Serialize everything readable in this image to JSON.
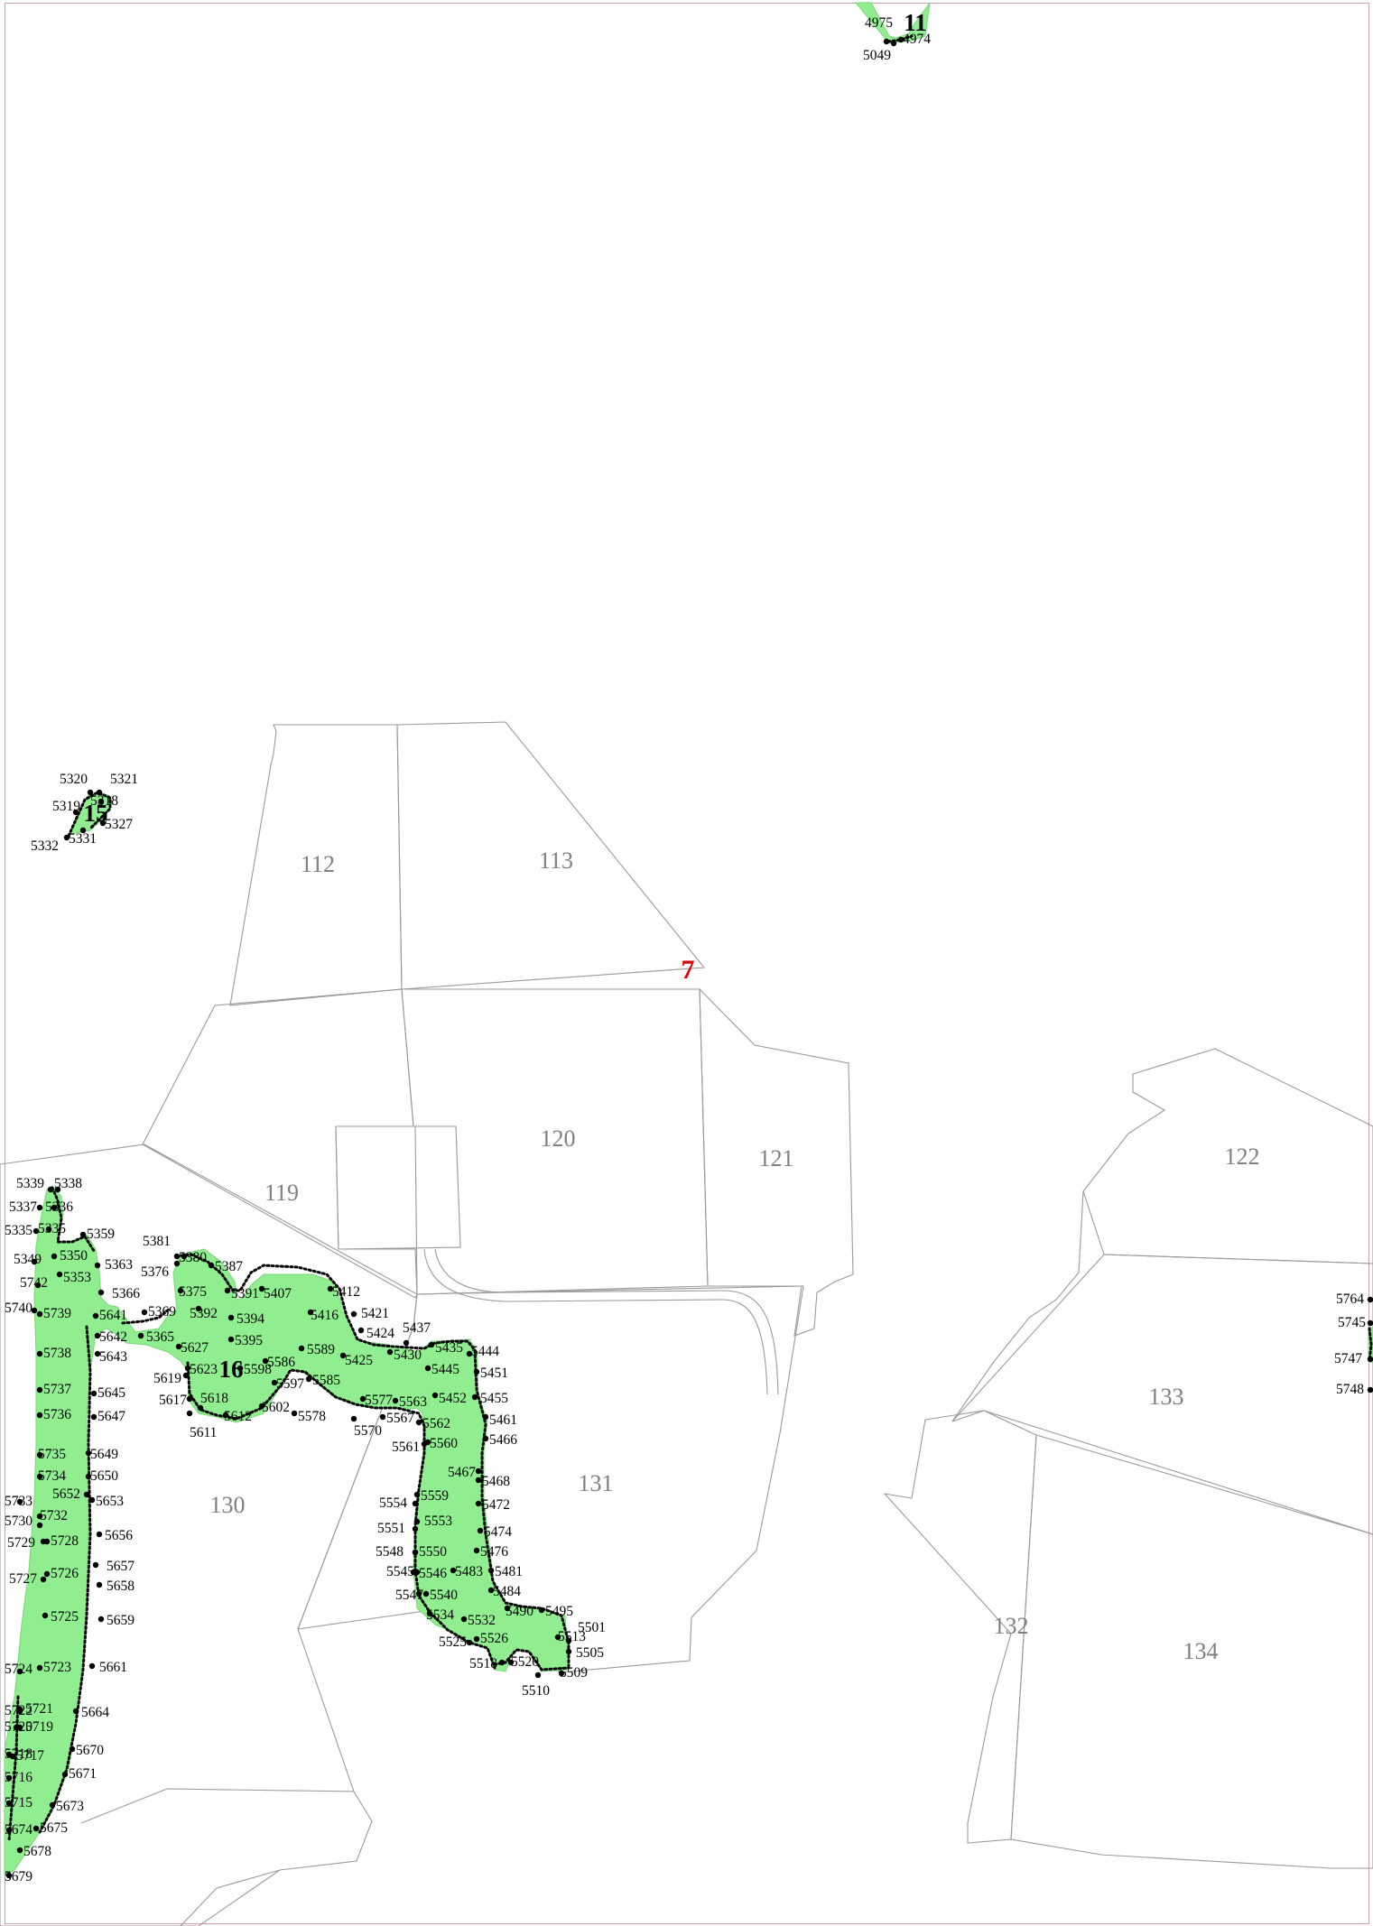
{
  "parcels": [
    "112",
    "113",
    "119",
    "120",
    "121",
    "122",
    "130",
    "131",
    "132",
    "133",
    "134"
  ],
  "zones": [
    "11",
    "15",
    "16"
  ],
  "red_marker": "7",
  "point_labels": [
    "4975",
    "4974",
    "5049",
    "5320",
    "5321",
    "5319",
    "5318",
    "5327",
    "5332",
    "5331",
    "5339",
    "5338",
    "5337",
    "5336",
    "5335",
    "5335",
    "5359",
    "5349",
    "5350",
    "5363",
    "5353",
    "5742",
    "5381",
    "5376",
    "5380",
    "5387",
    "5366",
    "5375",
    "5391",
    "5407",
    "5412",
    "5740",
    "5739",
    "5641",
    "5369",
    "5392",
    "5394",
    "5416",
    "5421",
    "5642",
    "5365",
    "5395",
    "5424",
    "5437",
    "5643",
    "5627",
    "5589",
    "5425",
    "5430",
    "5435",
    "5444",
    "5738",
    "5586",
    "5445",
    "5451",
    "5619",
    "5623",
    "5598",
    "5597",
    "5585",
    "5737",
    "5645",
    "5617",
    "5618",
    "5452",
    "5455",
    "5736",
    "5647",
    "5612",
    "5602",
    "5578",
    "5577",
    "5563",
    "5611",
    "5570",
    "5567",
    "5562",
    "5461",
    "5561",
    "5560",
    "5466",
    "5649",
    "5735",
    "5650",
    "5734",
    "5652",
    "5467",
    "5468",
    "5733",
    "5653",
    "5559",
    "5732",
    "5554",
    "5472",
    "5730",
    "5656",
    "5729",
    "5728",
    "5553",
    "5551",
    "5474",
    "5657",
    "5548",
    "5550",
    "5476",
    "5727",
    "5726",
    "5658",
    "5545",
    "5546",
    "5483",
    "5481",
    "5547",
    "5540",
    "5484",
    "5725",
    "5659",
    "5490",
    "5495",
    "5534",
    "5532",
    "5513",
    "5501",
    "5525",
    "5526",
    "5505",
    "5724",
    "5723",
    "5661",
    "5518",
    "5520",
    "5509",
    "5510",
    "5722",
    "5721",
    "5664",
    "5720",
    "5719",
    "5718",
    "5717",
    "5670",
    "5716",
    "5671",
    "5715",
    "5673",
    "5674",
    "5675",
    "5678",
    "5679",
    "5764",
    "5745",
    "5747",
    "5748"
  ],
  "colors": {
    "polygon_fill": "#90ee90",
    "parcel_line": "#9a9a9a",
    "marker": "#e00000",
    "frame": "#c9a3a3"
  }
}
